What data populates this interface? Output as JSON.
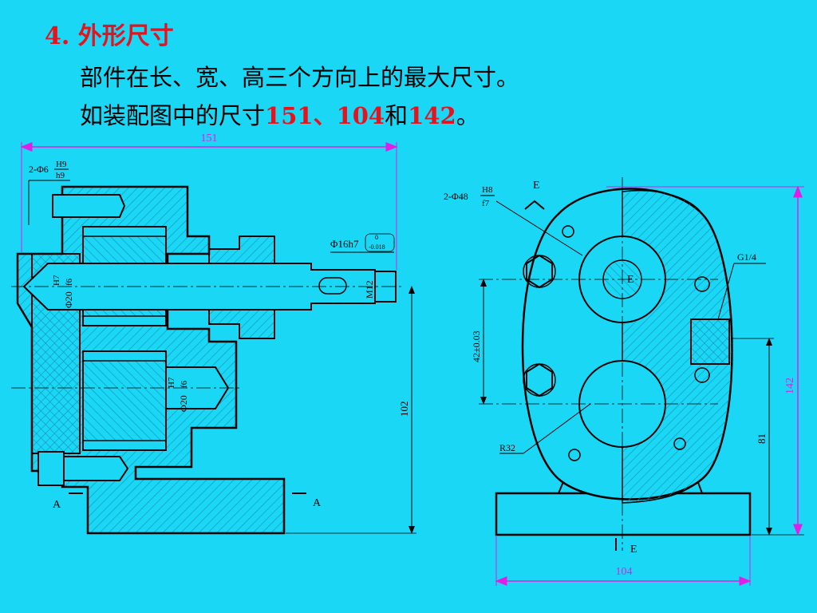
{
  "heading": {
    "number": "4.",
    "title": "外形尺寸"
  },
  "body": {
    "line1": "部件在长、宽、高三个方向上的最大尺寸。",
    "line2_prefix": "如装配图中的尺寸",
    "dim_a": "151",
    "sep1": "、",
    "dim_b": "104",
    "conj": "和",
    "dim_c": "142",
    "end": "。"
  },
  "drawing": {
    "colors": {
      "outline": "#000000",
      "dim_magenta": "#e11ee6",
      "hatch": "#1a8fb0",
      "background": "#1ad7f5"
    },
    "front": {
      "dim_151": "151",
      "fit_2phi6": "2-Φ6",
      "fit_2phi6_upper": "H9",
      "fit_2phi6_lower": "h9",
      "phi16": "Φ16h7",
      "phi16_tol_upper": "0",
      "phi16_tol_lower": "-0.018",
      "m12": "M12",
      "phi20_a": "Φ20",
      "phi20_a_upper": "H7",
      "phi20_a_lower": "f6",
      "phi20_b": "Φ20",
      "phi20_b_upper": "H7",
      "phi20_b_lower": "f6",
      "dim_102": "102",
      "section_left": "A",
      "section_right": "A"
    },
    "side": {
      "view_top": "E",
      "view_mid": "E",
      "view_bottom": "E",
      "fit_2phi48": "2-Φ48",
      "fit_2phi48_upper": "H8",
      "fit_2phi48_lower": "f7",
      "g14": "G1/4",
      "dim_42": "42±0.03",
      "r32": "R32",
      "dim_81": "81",
      "dim_142": "142",
      "dim_104": "104"
    }
  }
}
